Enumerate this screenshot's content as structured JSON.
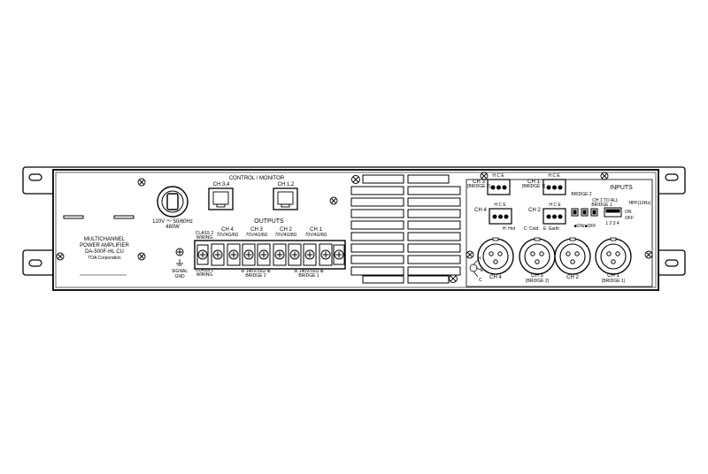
{
  "model": {
    "line1": "MULTICHANNEL",
    "line2": "POWER AMPLIFIER",
    "line3": "DA-500F-HL CU",
    "line4": "TOA Corporation"
  },
  "power": {
    "voltage": "120V ～ 50/60Hz",
    "watts": "480W"
  },
  "signal_gnd": {
    "line1": "SIGNAL",
    "line2": "GND"
  },
  "control": {
    "title": "CONTROL / MONITOR",
    "port_a": "CH 3,4",
    "port_b": "CH 1,2"
  },
  "outputs": {
    "title": "OUTPUTS",
    "class2_top_1": "CLASS 2",
    "class2_top_2": "WIRING",
    "class2_bottom_1": "CLASS 2",
    "class2_bottom_2": "WIRING",
    "channels": [
      {
        "name": "CH 4",
        "spec": "70V/4Ω/8Ω"
      },
      {
        "name": "CH 3",
        "spec": "70V/4Ω/8Ω"
      },
      {
        "name": "CH 2",
        "spec": "70V/4Ω/8Ω"
      },
      {
        "name": "CH 1",
        "spec": "70V/4Ω/8Ω"
      }
    ],
    "bridge2_spec": "⊖ 140V/16Ω ⊕",
    "bridge2_label": "BRIDGE 2",
    "bridge1_spec": "⊖ 140V/16Ω ⊕",
    "bridge1_label": "BRIDGE 1"
  },
  "inputs": {
    "title": "INPUTS",
    "hce": "H C E",
    "ch3": "CH 3",
    "ch3_sub": "(BRIDGE 2)",
    "ch1": "CH 1",
    "ch1_sub": "(BRIDGE 1)",
    "ch4": "CH 4",
    "ch2": "CH 2",
    "legend_hot": "H: Hot",
    "legend_cold": "C: Cold",
    "legend_earth": "E: Earth",
    "bridge2": "BRIDGE 2",
    "ch1_to_all": "CH 1 TO ALL",
    "bridge1": "BRIDGE 1",
    "on_off": "■ON/■OFF",
    "hpf": "HPF(10Hz)",
    "on": "ON",
    "off": "OFF",
    "dip_numbers": "1 2 3 4",
    "xlr_channels": [
      {
        "name": "CH 4",
        "sub": ""
      },
      {
        "name": "CH 3",
        "sub": "(BRIDGE 2)"
      },
      {
        "name": "CH 2",
        "sub": ""
      },
      {
        "name": "CH 1",
        "sub": "(BRIDGE 1)"
      }
    ],
    "pin_h": "H",
    "pin_e": "E",
    "pin_c": "C"
  }
}
